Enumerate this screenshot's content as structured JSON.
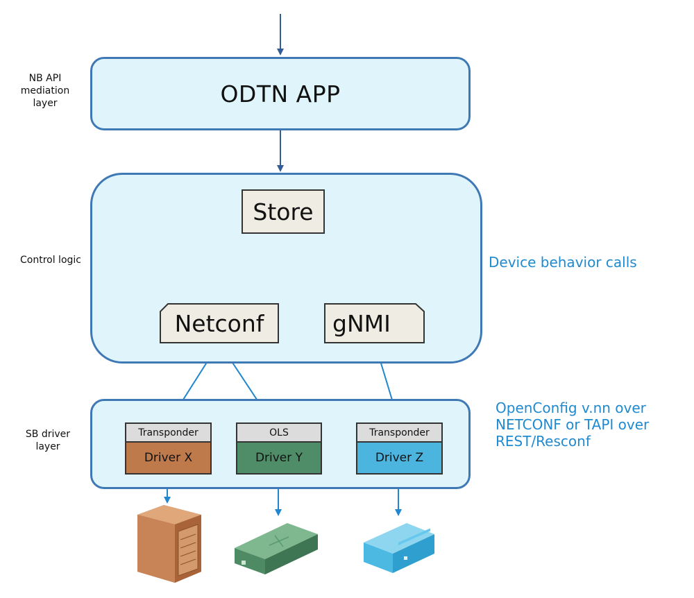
{
  "layers": {
    "nb": "NB API mediation layer",
    "control": "Control logic",
    "sb": "SB driver layer"
  },
  "app": {
    "title": "ODTN APP"
  },
  "control": {
    "store": "Store",
    "netconf": "Netconf",
    "gnmi": "gNMI"
  },
  "notes": {
    "device_calls": "Device behavior calls",
    "openconfig": "OpenConfig v.nn over NETCONF or TAPI over REST/Resconf"
  },
  "drivers": [
    {
      "type": "Transponder",
      "name": "Driver X",
      "color": "#bf7a4b"
    },
    {
      "type": "OLS",
      "name": "Driver Y",
      "color": "#4f8d68"
    },
    {
      "type": "Transponder",
      "name": "Driver Z",
      "color": "#4bb5df"
    }
  ],
  "devices": [
    {
      "name": "transponder-device-icon",
      "color": "#c57c4e"
    },
    {
      "name": "ols-device-icon",
      "color": "#5a9a72"
    },
    {
      "name": "transponder-device-icon",
      "color": "#4cb9e3"
    }
  ]
}
